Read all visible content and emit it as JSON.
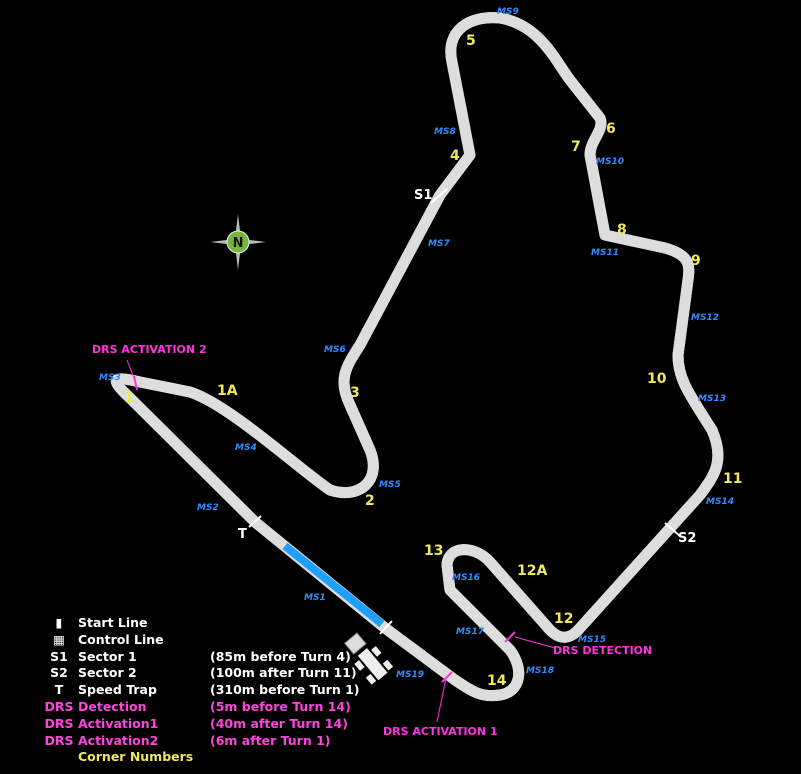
{
  "corners": [
    {
      "label": "1"
    },
    {
      "label": "1A"
    },
    {
      "label": "2"
    },
    {
      "label": "3"
    },
    {
      "label": "4"
    },
    {
      "label": "5"
    },
    {
      "label": "6"
    },
    {
      "label": "7"
    },
    {
      "label": "8"
    },
    {
      "label": "9"
    },
    {
      "label": "10"
    },
    {
      "label": "11"
    },
    {
      "label": "12"
    },
    {
      "label": "12A"
    },
    {
      "label": "13"
    },
    {
      "label": "14"
    }
  ],
  "mini_sectors": [
    "MS1",
    "MS2",
    "MS3",
    "MS4",
    "MS5",
    "MS6",
    "MS7",
    "MS8",
    "MS9",
    "MS10",
    "MS11",
    "MS12",
    "MS13",
    "MS14",
    "MS15",
    "MS16",
    "MS17",
    "MS18",
    "MS19"
  ],
  "markers": {
    "s1": "S1",
    "s2": "S2",
    "t": "T"
  },
  "drs_labels": {
    "activation2": "DRS ACTIVATION 2",
    "detection": "DRS DETECTION",
    "activation1": "DRS ACTIVATION 1"
  },
  "compass": "N",
  "legend": [
    {
      "key": "",
      "name": "Start Line",
      "note": "",
      "style": "white",
      "icon": "start-line-icon"
    },
    {
      "key": "",
      "name": "Control Line",
      "note": "",
      "style": "white",
      "icon": "control-line-icon"
    },
    {
      "key": "S1",
      "name": "Sector 1",
      "note": "(85m before Turn 4)",
      "style": "white"
    },
    {
      "key": "S2",
      "name": "Sector 2",
      "note": "(100m after Turn 11)",
      "style": "white"
    },
    {
      "key": "T",
      "name": "Speed Trap",
      "note": "(310m before Turn 1)",
      "style": "white"
    },
    {
      "key": "DRS",
      "name": "Detection",
      "note": "(5m before Turn 14)",
      "style": "pink"
    },
    {
      "key": "DRS",
      "name": "Activation1",
      "note": "(40m after Turn 14)",
      "style": "pink"
    },
    {
      "key": "DRS",
      "name": "Activation2",
      "note": "(6m after Turn 1)",
      "style": "pink"
    },
    {
      "key": "",
      "name": "Corner Numbers",
      "note": "",
      "style": "yellow"
    }
  ],
  "colors": {
    "track": "#555555",
    "drs_zone": "#1ea0ff",
    "corner": "#f0e85a",
    "drs": "#ff33dd",
    "ms": "#2f8cff"
  }
}
